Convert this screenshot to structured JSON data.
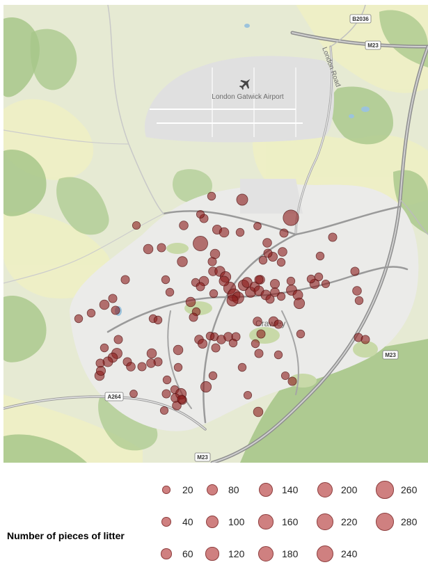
{
  "map": {
    "labels": {
      "airport": "London Gatwick Airport",
      "town": "Crawley",
      "road_b2036": "B2036",
      "road_m23_top": "M23",
      "road_london": "London Road",
      "road_m23_right": "M23",
      "road_a264": "A264",
      "road_m23_bottom": "M23"
    },
    "icons": {
      "airport": "airplane-icon"
    },
    "colors": {
      "marker_fill": "#8b1a1a",
      "marker_stroke": "#4a0b0b",
      "land": "#e4e9d0",
      "urban": "#ececec",
      "woodland": "#9bc07c",
      "motorway": "#8f8f8f"
    }
  },
  "legend": {
    "title": "Number of pieces of litter",
    "items": [
      {
        "value": 20,
        "label": "20"
      },
      {
        "value": 40,
        "label": "40"
      },
      {
        "value": 60,
        "label": "60"
      },
      {
        "value": 80,
        "label": "80"
      },
      {
        "value": 100,
        "label": "100"
      },
      {
        "value": 120,
        "label": "120"
      },
      {
        "value": 140,
        "label": "140"
      },
      {
        "value": 160,
        "label": "160"
      },
      {
        "value": 180,
        "label": "180"
      },
      {
        "value": 200,
        "label": "200"
      },
      {
        "value": 220,
        "label": "220"
      },
      {
        "value": 240,
        "label": "240"
      },
      {
        "value": 260,
        "label": "260"
      },
      {
        "value": 280,
        "label": "280"
      }
    ]
  }
}
